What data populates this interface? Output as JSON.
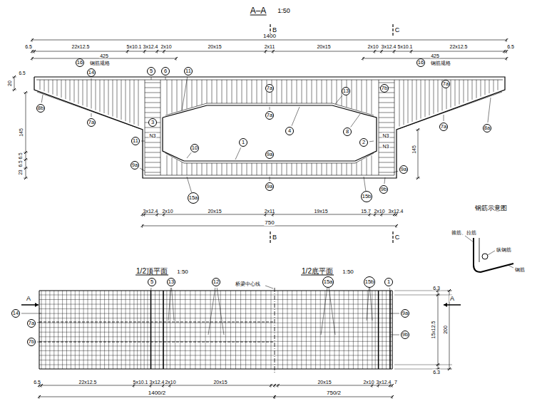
{
  "diagram": {
    "title": "A–A",
    "nodes": [
      {
        "text": [
          "16"
        ]
      },
      {
        "text": [
          "16"
        ]
      },
      {
        "text": [
          "14"
        ]
      },
      {
        "text": [
          "5"
        ]
      },
      {
        "text": [
          "6"
        ]
      },
      {
        "text": [
          "11"
        ]
      },
      {
        "text": [
          "7a"
        ]
      },
      {
        "text": [
          "13"
        ]
      },
      {
        "text": [
          "7b"
        ]
      },
      {
        "text": [
          "7a"
        ]
      },
      {
        "text": [
          "8b"
        ]
      },
      {
        "text": [
          "7a"
        ]
      },
      {
        "text": [
          "7a"
        ]
      },
      {
        "text": [
          "3"
        ]
      },
      {
        "text": [
          "4"
        ]
      },
      {
        "text": [
          "8"
        ]
      },
      {
        "text": [
          "7a"
        ]
      },
      {
        "text": [
          "8a"
        ]
      },
      {
        "text": [
          "11"
        ]
      },
      {
        "text": [
          "2"
        ]
      },
      {
        "text": [
          "1"
        ]
      },
      {
        "text": [
          "10"
        ]
      },
      {
        "text": [
          "9a"
        ]
      },
      {
        "text": [
          "9a"
        ]
      },
      {
        "text": [
          "9a"
        ]
      },
      {
        "text": [
          "9a"
        ]
      },
      {
        "text": [
          "9b"
        ]
      },
      {
        "text": [
          "15b"
        ]
      },
      {
        "text": [
          "15a"
        ]
      },
      {
        "text": [
          "5"
        ]
      },
      {
        "text": [
          "13"
        ]
      },
      {
        "text": [
          "12"
        ]
      },
      {
        "text": [
          "15a"
        ]
      },
      {
        "text": [
          "15b"
        ]
      },
      {
        "text": [
          "1"
        ]
      },
      {
        "text": [
          "14"
        ]
      },
      {
        "text": [
          "9a"
        ]
      },
      {
        "text": [
          "7a"
        ]
      },
      {
        "text": [
          "9b"
        ]
      },
      {
        "text": [
          "7b"
        ]
      }
    ],
    "labels": [
      "1:50",
      "B",
      "C",
      "1400",
      "6.5",
      "22x12.5",
      "5x10.1",
      "3x12.4",
      "2x10",
      "20x15",
      "2x11",
      "20x15",
      "2x10",
      "3x12.4",
      "5x10.1",
      "22x12.5",
      "6.5",
      "425",
      "425",
      "钢筋规格",
      "钢筋规格",
      "20",
      "6.5",
      "145",
      "6.5",
      "6.5",
      "23",
      "145",
      "N3",
      "N3",
      "N3",
      "3x12.4",
      "2x10",
      "20x15",
      "2x11",
      "19x15",
      "15.7",
      "2x10",
      "3x12.4",
      "750",
      "B",
      "C",
      "钢筋示意图",
      "箍筋、拉筋",
      "纵钢筋",
      "钢筋",
      "1/2顶平面",
      "1:50",
      "1/2底平面",
      "1:50",
      "桥梁中心线",
      "A",
      "A",
      "6.3",
      "15x12.5",
      "200",
      "6.3",
      "6.5",
      "22x12.5",
      "5x10.1",
      "3x12.4",
      "2x10",
      "20x15",
      "20x15",
      "2x10",
      "3x12.4",
      "7",
      "1400/2",
      "750/2"
    ]
  }
}
